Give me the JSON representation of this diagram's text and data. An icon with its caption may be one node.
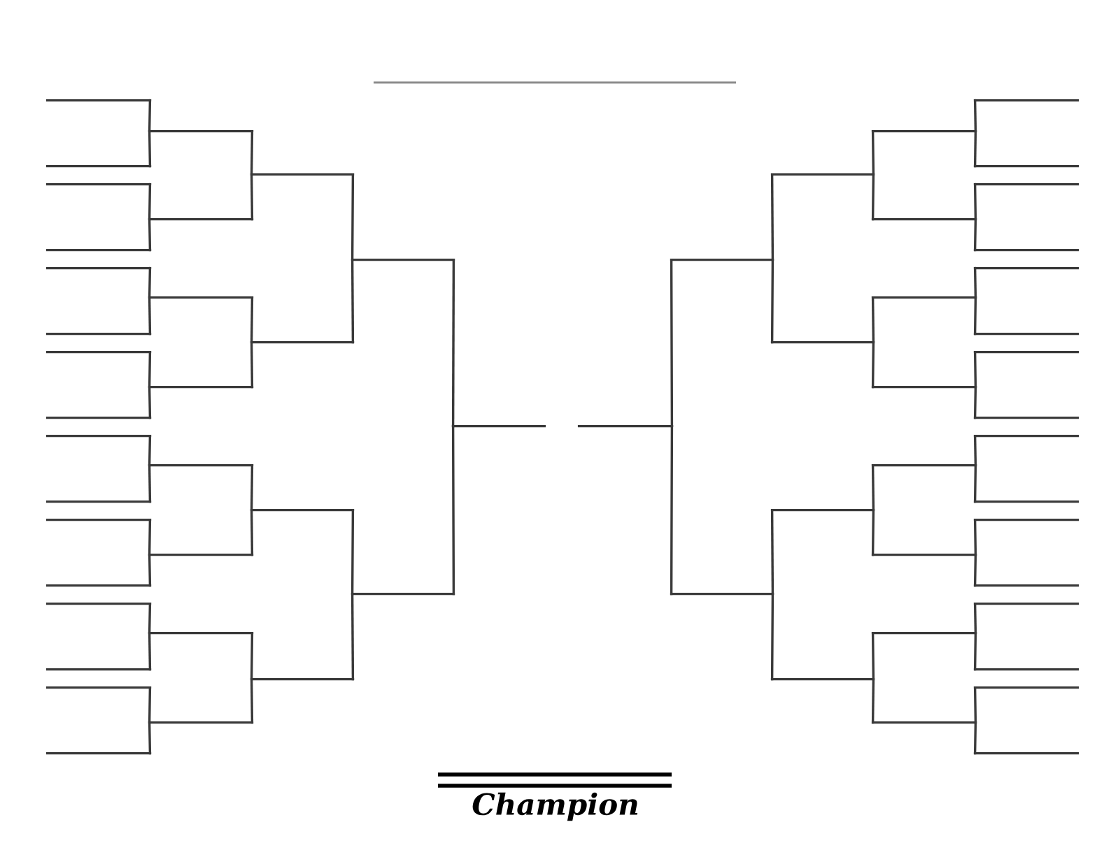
{
  "diagram": {
    "nodes": [
      {
        "text": [],
        "shape": "line"
      },
      {
        "text": [],
        "shape": "line"
      },
      {
        "text": [],
        "shape": "line"
      },
      {
        "text": [],
        "shape": "line"
      },
      {
        "text": [],
        "shape": "line"
      },
      {
        "text": [],
        "shape": "line"
      },
      {
        "text": [],
        "shape": "line"
      },
      {
        "text": [],
        "shape": "line"
      },
      {
        "text": [],
        "shape": "line"
      },
      {
        "text": [],
        "shape": "line"
      },
      {
        "text": [],
        "shape": "line"
      },
      {
        "text": [],
        "shape": "line"
      },
      {
        "text": [],
        "shape": "line"
      },
      {
        "text": [],
        "shape": "line"
      },
      {
        "text": [],
        "shape": "line"
      },
      {
        "text": [],
        "shape": "line"
      },
      {
        "text": [],
        "shape": "line"
      },
      {
        "text": [],
        "shape": "line"
      },
      {
        "text": [],
        "shape": "line"
      },
      {
        "text": [],
        "shape": "line"
      },
      {
        "text": [],
        "shape": "line"
      },
      {
        "text": [],
        "shape": "line"
      },
      {
        "text": [],
        "shape": "line"
      },
      {
        "text": [],
        "shape": "line"
      },
      {
        "text": [],
        "shape": "line"
      },
      {
        "text": [],
        "shape": "line"
      },
      {
        "text": [],
        "shape": "line"
      },
      {
        "text": [],
        "shape": "line"
      },
      {
        "text": [],
        "shape": "line"
      },
      {
        "text": [],
        "shape": "line"
      },
      {
        "text": [],
        "shape": "line"
      },
      {
        "text": [],
        "shape": "line"
      },
      {
        "text": [],
        "shape": "line"
      },
      {
        "text": [],
        "shape": "line"
      },
      {
        "text": [],
        "shape": "line"
      },
      {
        "text": [],
        "shape": "line"
      },
      {
        "text": [],
        "shape": "line"
      },
      {
        "text": [],
        "shape": "line"
      },
      {
        "text": [],
        "shape": "line"
      },
      {
        "text": [],
        "shape": "line"
      },
      {
        "text": [],
        "shape": "line"
      },
      {
        "text": [],
        "shape": "line"
      },
      {
        "text": [],
        "shape": "line"
      },
      {
        "text": [],
        "shape": "line"
      },
      {
        "text": [],
        "shape": "line"
      },
      {
        "text": [],
        "shape": "line"
      },
      {
        "text": [],
        "shape": "line"
      },
      {
        "text": [],
        "shape": "line"
      },
      {
        "text": [],
        "shape": "line"
      },
      {
        "text": [],
        "shape": "line"
      },
      {
        "text": [],
        "shape": "line"
      },
      {
        "text": [],
        "shape": "line"
      },
      {
        "text": [],
        "shape": "line"
      },
      {
        "text": [],
        "shape": "line"
      },
      {
        "text": [],
        "shape": "line"
      },
      {
        "text": [],
        "shape": "line"
      },
      {
        "text": [],
        "shape": "line"
      },
      {
        "text": [],
        "shape": "line"
      },
      {
        "text": [],
        "shape": "line"
      },
      {
        "text": [],
        "shape": "line"
      },
      {
        "text": [],
        "shape": "line"
      },
      {
        "text": [],
        "shape": "line"
      }
    ],
    "edges": [
      {
        "from": 0,
        "to": 16,
        "arrow": "none"
      },
      {
        "from": 1,
        "to": 16,
        "arrow": "none"
      },
      {
        "from": 2,
        "to": 17,
        "arrow": "none"
      },
      {
        "from": 3,
        "to": 17,
        "arrow": "none"
      },
      {
        "from": 4,
        "to": 18,
        "arrow": "none"
      },
      {
        "from": 5,
        "to": 18,
        "arrow": "none"
      },
      {
        "from": 6,
        "to": 19,
        "arrow": "none"
      },
      {
        "from": 7,
        "to": 19,
        "arrow": "none"
      },
      {
        "from": 8,
        "to": 20,
        "arrow": "none"
      },
      {
        "from": 9,
        "to": 20,
        "arrow": "none"
      },
      {
        "from": 10,
        "to": 21,
        "arrow": "none"
      },
      {
        "from": 11,
        "to": 21,
        "arrow": "none"
      },
      {
        "from": 12,
        "to": 22,
        "arrow": "none"
      },
      {
        "from": 13,
        "to": 22,
        "arrow": "none"
      },
      {
        "from": 14,
        "to": 23,
        "arrow": "none"
      },
      {
        "from": 15,
        "to": 23,
        "arrow": "none"
      },
      {
        "from": 16,
        "to": 24,
        "arrow": "none"
      },
      {
        "from": 17,
        "to": 24,
        "arrow": "none"
      },
      {
        "from": 18,
        "to": 25,
        "arrow": "none"
      },
      {
        "from": 19,
        "to": 25,
        "arrow": "none"
      },
      {
        "from": 20,
        "to": 26,
        "arrow": "none"
      },
      {
        "from": 21,
        "to": 26,
        "arrow": "none"
      },
      {
        "from": 22,
        "to": 27,
        "arrow": "none"
      },
      {
        "from": 23,
        "to": 27,
        "arrow": "none"
      },
      {
        "from": 24,
        "to": 28,
        "arrow": "none"
      },
      {
        "from": 25,
        "to": 28,
        "arrow": "none"
      },
      {
        "from": 26,
        "to": 29,
        "arrow": "none"
      },
      {
        "from": 27,
        "to": 29,
        "arrow": "none"
      },
      {
        "from": 28,
        "to": 30,
        "arrow": "none"
      },
      {
        "from": 29,
        "to": 30,
        "arrow": "none"
      },
      {
        "from": 46,
        "to": 38,
        "arrow": "none"
      },
      {
        "from": 47,
        "to": 38,
        "arrow": "none"
      },
      {
        "from": 48,
        "to": 39,
        "arrow": "none"
      },
      {
        "from": 49,
        "to": 39,
        "arrow": "none"
      },
      {
        "from": 50,
        "to": 40,
        "arrow": "none"
      },
      {
        "from": 51,
        "to": 40,
        "arrow": "none"
      },
      {
        "from": 52,
        "to": 41,
        "arrow": "none"
      },
      {
        "from": 53,
        "to": 41,
        "arrow": "none"
      },
      {
        "from": 54,
        "to": 42,
        "arrow": "none"
      },
      {
        "from": 55,
        "to": 42,
        "arrow": "none"
      },
      {
        "from": 56,
        "to": 43,
        "arrow": "none"
      },
      {
        "from": 57,
        "to": 43,
        "arrow": "none"
      },
      {
        "from": 58,
        "to": 44,
        "arrow": "none"
      },
      {
        "from": 59,
        "to": 44,
        "arrow": "none"
      },
      {
        "from": 60,
        "to": 45,
        "arrow": "none"
      },
      {
        "from": 61,
        "to": 45,
        "arrow": "none"
      },
      {
        "from": 38,
        "to": 34,
        "arrow": "none"
      },
      {
        "from": 39,
        "to": 34,
        "arrow": "none"
      },
      {
        "from": 40,
        "to": 35,
        "arrow": "none"
      },
      {
        "from": 41,
        "to": 35,
        "arrow": "none"
      },
      {
        "from": 42,
        "to": 36,
        "arrow": "none"
      },
      {
        "from": 43,
        "to": 36,
        "arrow": "none"
      },
      {
        "from": 44,
        "to": 37,
        "arrow": "none"
      },
      {
        "from": 45,
        "to": 37,
        "arrow": "none"
      },
      {
        "from": 34,
        "to": 32,
        "arrow": "none"
      },
      {
        "from": 35,
        "to": 32,
        "arrow": "none"
      },
      {
        "from": 36,
        "to": 33,
        "arrow": "none"
      },
      {
        "from": 37,
        "to": 33,
        "arrow": "none"
      },
      {
        "from": 32,
        "to": 31,
        "arrow": "none"
      },
      {
        "from": 33,
        "to": 31,
        "arrow": "none"
      }
    ],
    "labels": [
      "Champion"
    ]
  }
}
